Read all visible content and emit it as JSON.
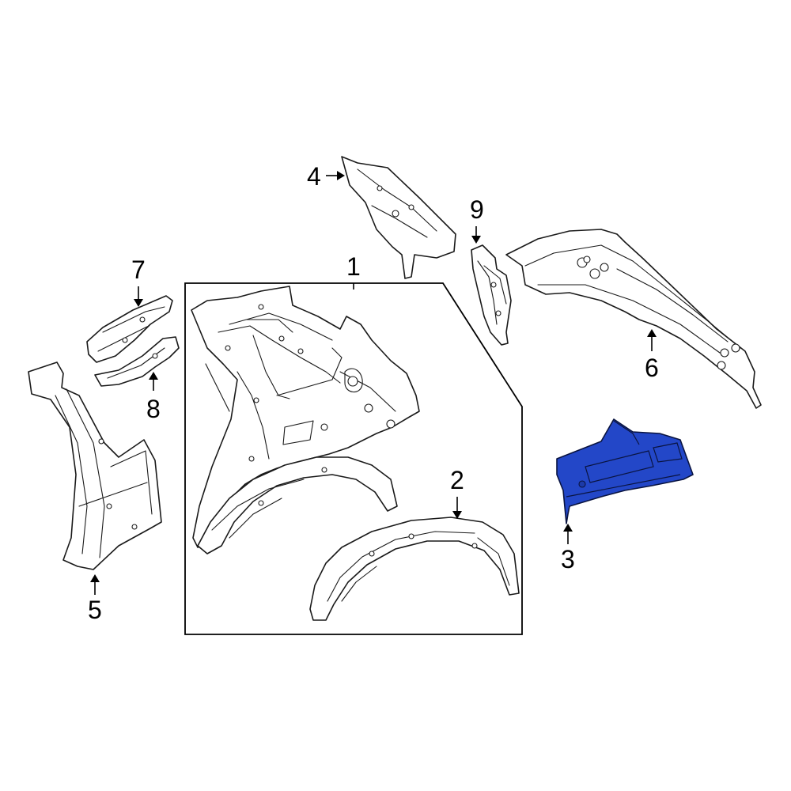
{
  "callouts": {
    "c1": "1",
    "c2": "2",
    "c3": "3",
    "c4": "4",
    "c5": "5",
    "c6": "6",
    "c7": "7",
    "c8": "8",
    "c9": "9"
  },
  "colors": {
    "highlight_part": "#2347c8",
    "line": "#1a1a1a",
    "background": "#ffffff"
  }
}
